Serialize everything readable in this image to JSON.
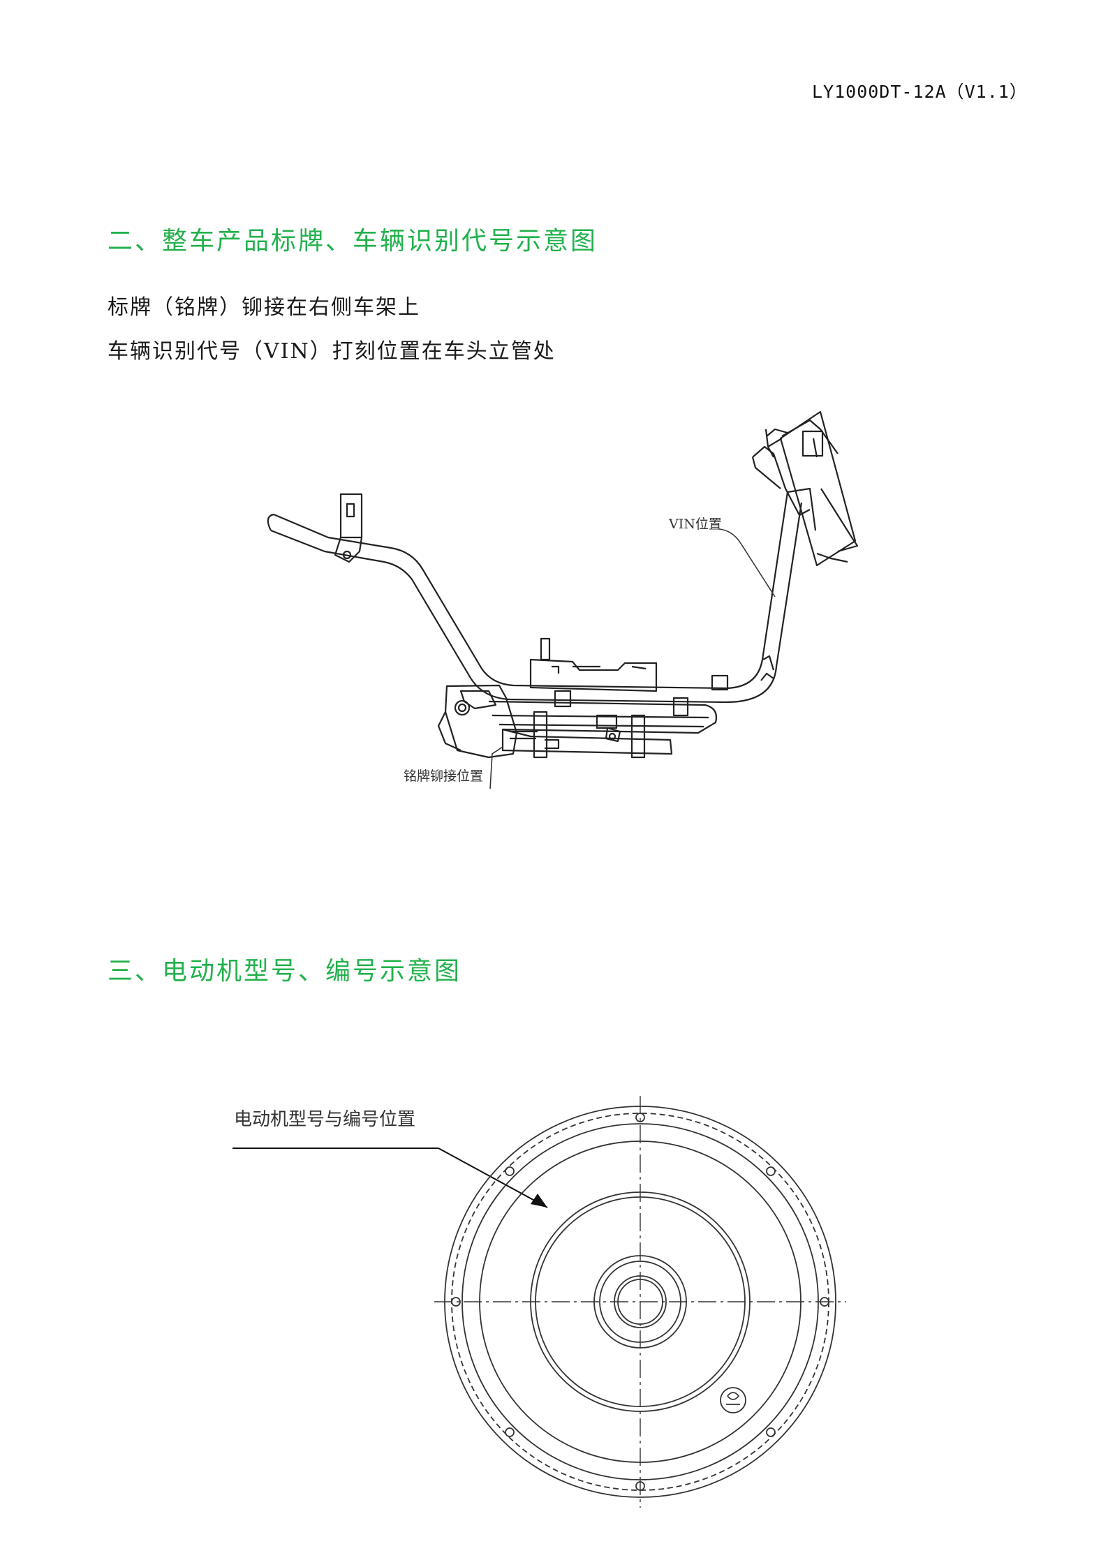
{
  "header": {
    "doc_code": "LY1000DT-12A（V1.1）"
  },
  "section2": {
    "title": "二、整车产品标牌、车辆识别代号示意图",
    "lines": [
      "标牌（铭牌）铆接在右侧车架上",
      "车辆识别代号（VIN）打刻位置在车头立管处"
    ],
    "figure": {
      "vin_label": "VIN位置",
      "plate_label": "铭牌铆接位置"
    }
  },
  "section3": {
    "title": "三、电动机型号、编号示意图",
    "figure": {
      "motor_label": "电动机型号与编号位置"
    }
  }
}
